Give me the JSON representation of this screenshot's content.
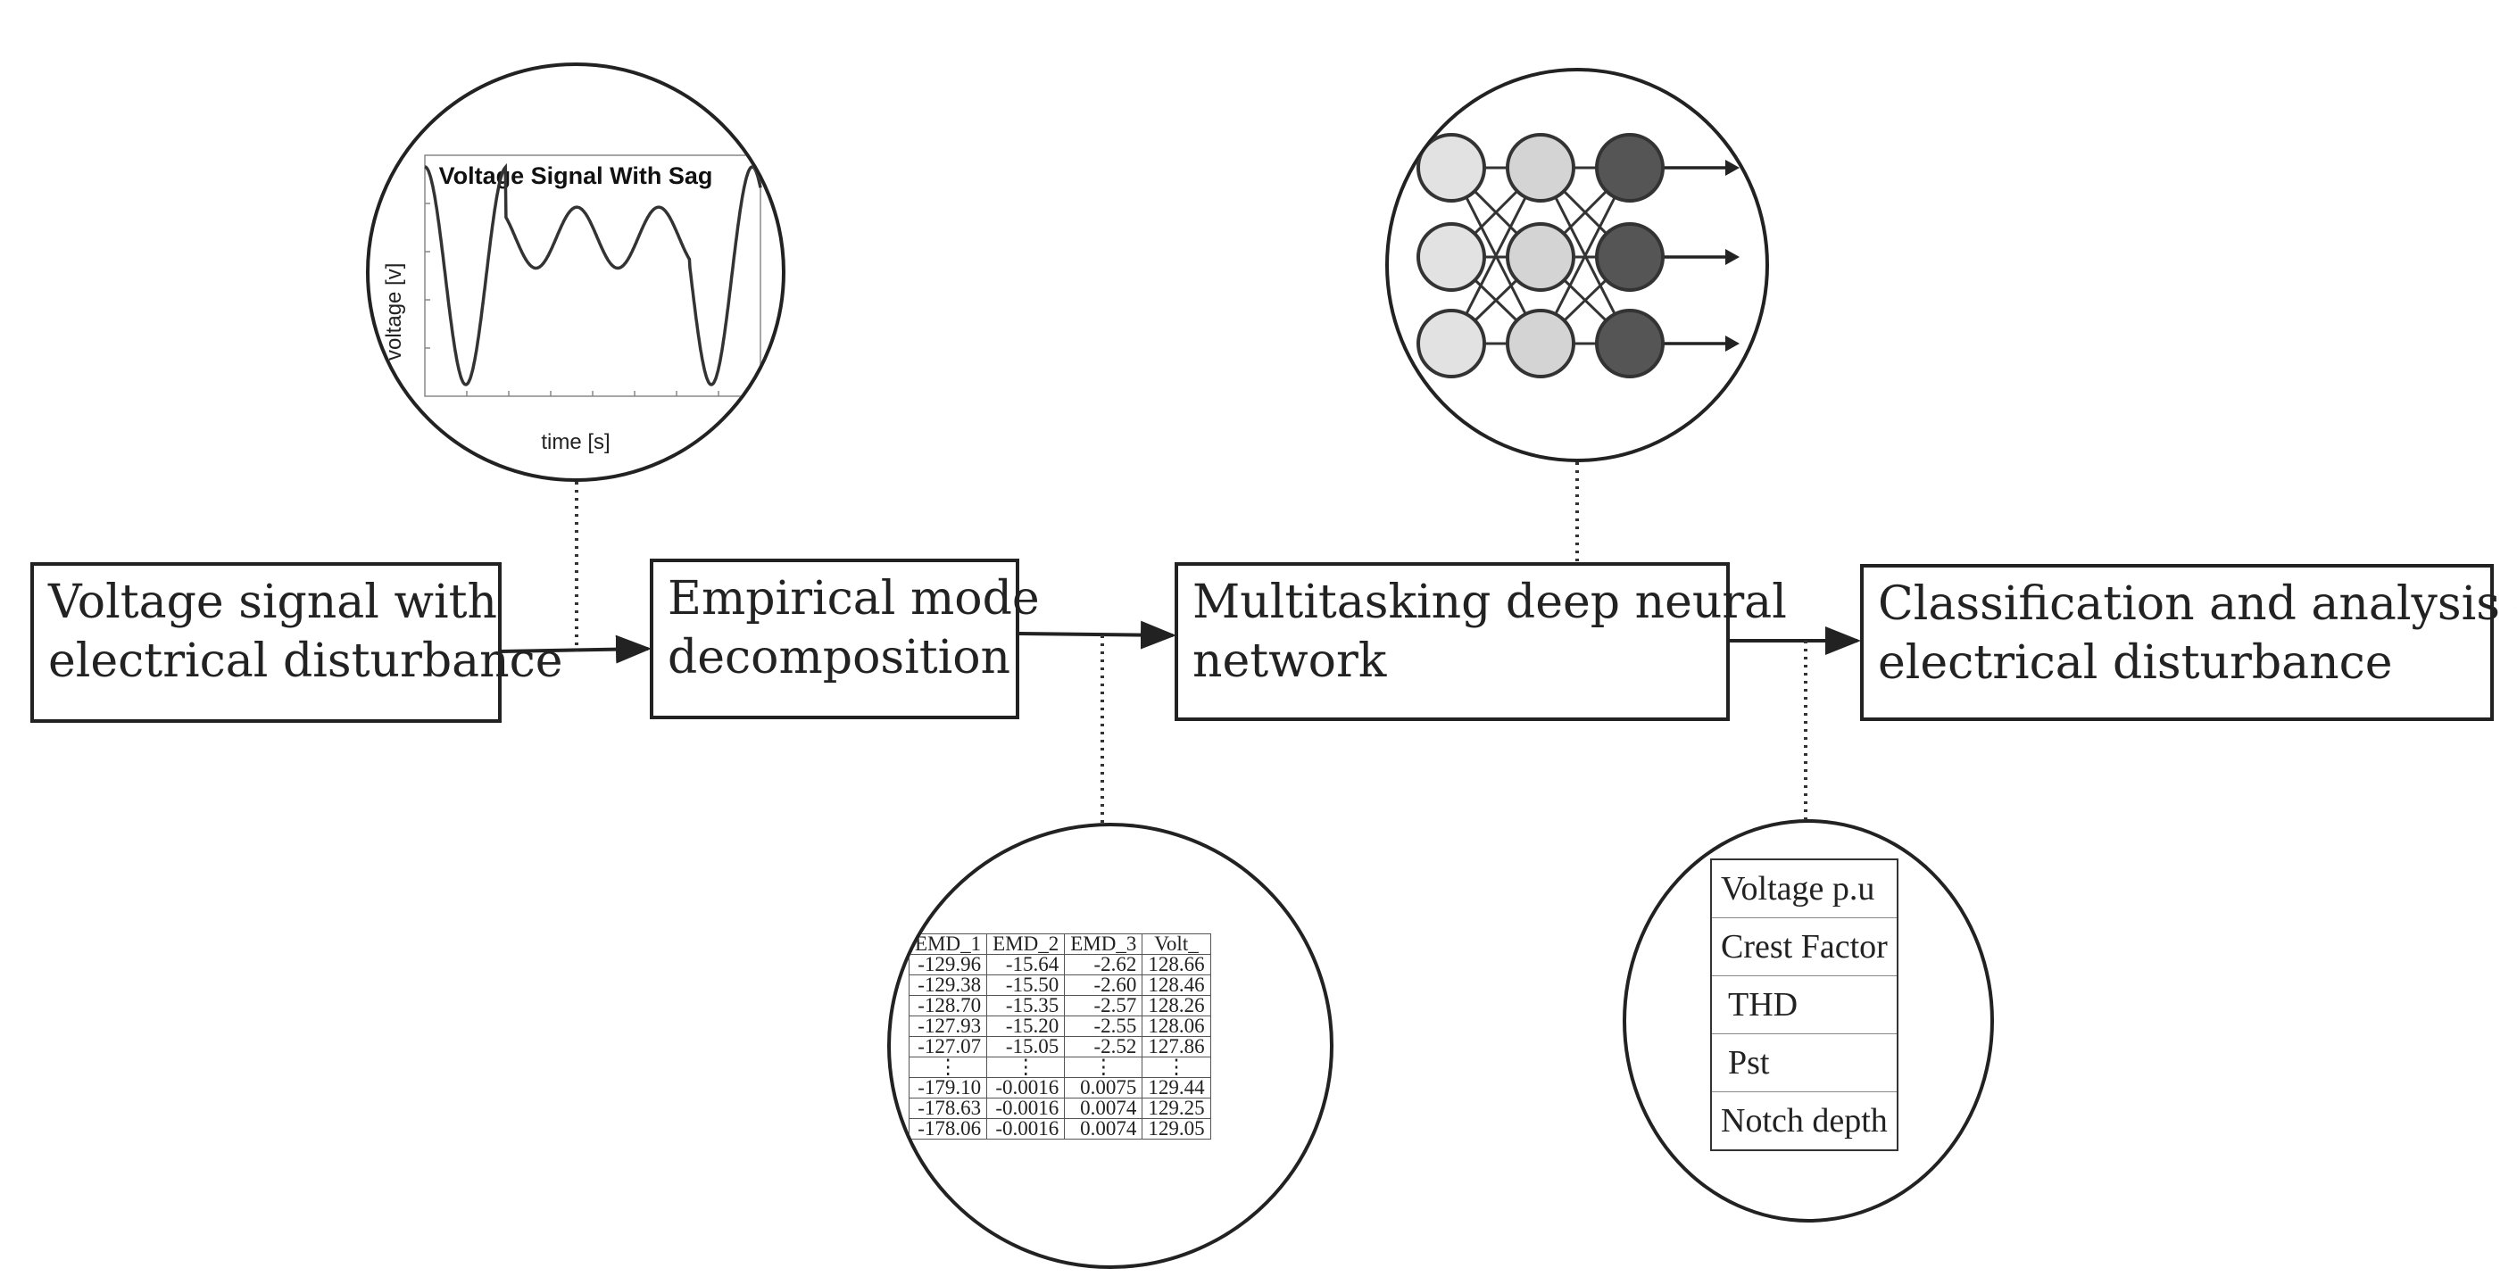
{
  "blocks": {
    "voltage_signal": [
      "Voltage signal with",
      "electrical disturbance"
    ],
    "emd": [
      "Empirical mode",
      "decomposition"
    ],
    "mtdnn": [
      "Multitasking deep neural",
      "network"
    ],
    "classification": [
      "Classification and analysis of",
      "electrical disturbance"
    ]
  },
  "plot": {
    "title": "Voltage Signal With Sag",
    "xlabel": "time [s]",
    "ylabel": "voltage [v]"
  },
  "emd_table": {
    "headers": [
      "EMD_1",
      "EMD_2",
      "EMD_3",
      "Volt_"
    ],
    "rows": [
      [
        "-129.96",
        "-15.64",
        "-2.62",
        "128.66"
      ],
      [
        "-129.38",
        "-15.50",
        "-2.60",
        "128.46"
      ],
      [
        "-128.70",
        "-15.35",
        "-2.57",
        "128.26"
      ],
      [
        "-127.93",
        "-15.20",
        "-2.55",
        "128.06"
      ],
      [
        "-127.07",
        "-15.05",
        "-2.52",
        "127.86"
      ],
      [
        "⋮",
        "⋮",
        "⋮",
        "⋮"
      ],
      [
        "-179.10",
        "-0.0016",
        "0.0075",
        "129.44"
      ],
      [
        "-178.63",
        "-0.0016",
        "0.0074",
        "129.25"
      ],
      [
        "-178.06",
        "-0.0016",
        "0.0074",
        "129.05"
      ]
    ]
  },
  "metrics": [
    "Voltage p.u",
    "Crest Factor",
    "THD",
    "Pst",
    "Notch depth"
  ],
  "colors": {
    "stroke": "#222222",
    "input_node": "#e2e2e2",
    "hidden_node": "#d4d4d4",
    "output_node": "#555555"
  }
}
